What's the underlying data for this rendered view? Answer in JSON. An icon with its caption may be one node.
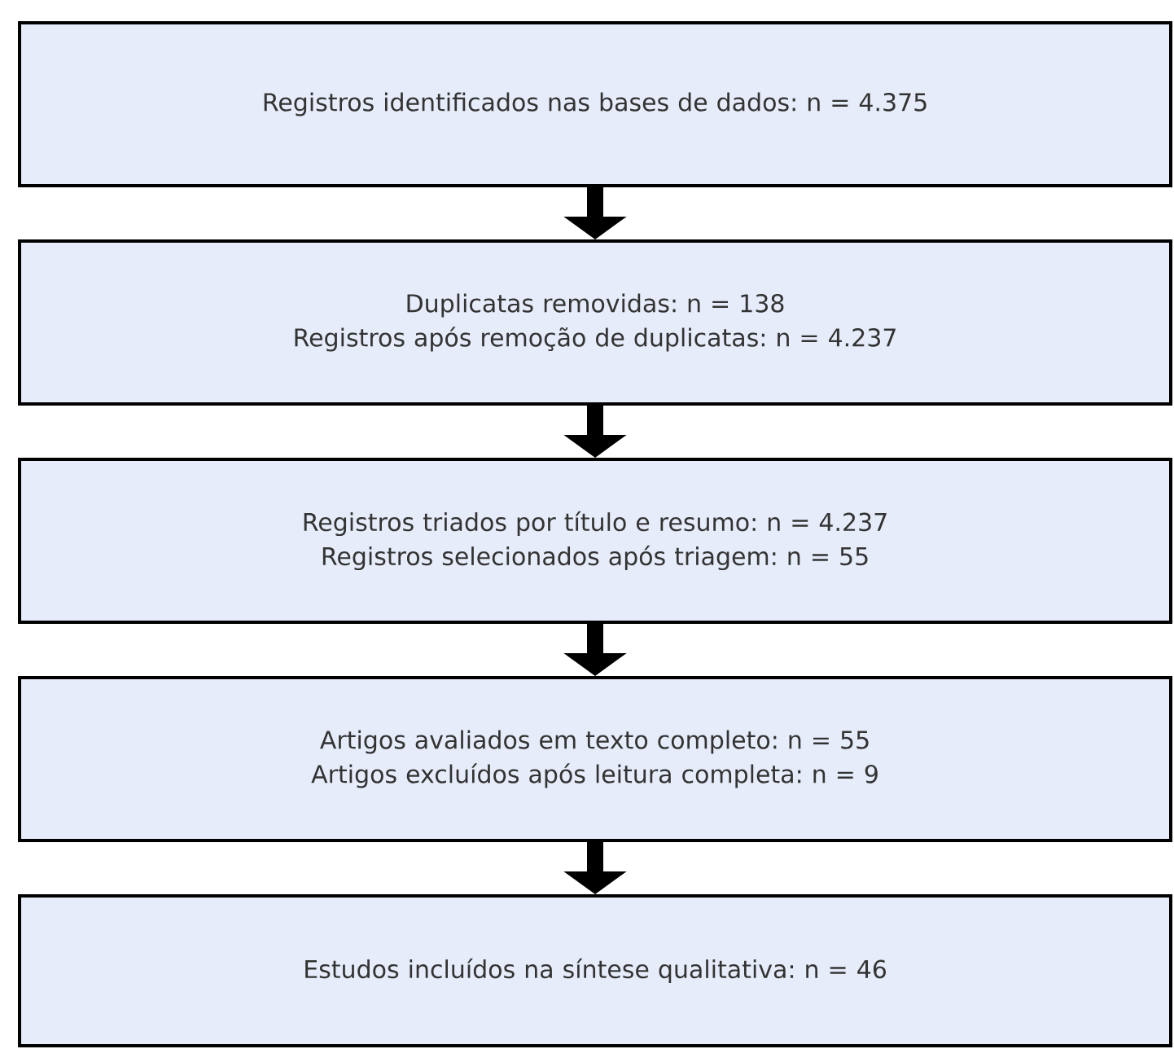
{
  "diagram": {
    "nodes": [
      {
        "text": [
          "Registros identificados nas bases de dados: n = 4.375"
        ]
      },
      {
        "text": [
          "Duplicatas removidas: n = 138",
          "Registros após remoção de duplicatas: n = 4.237"
        ]
      },
      {
        "text": [
          "Registros triados por título e resumo: n = 4.237",
          "Registros selecionados após triagem: n = 55"
        ]
      },
      {
        "text": [
          "Artigos avaliados em texto completo: n = 55",
          "Artigos excluídos após leitura completa: n = 9"
        ]
      },
      {
        "text": [
          "Estudos incluídos na síntese qualitativa: n = 46"
        ]
      }
    ],
    "edges": [
      {
        "from": 0,
        "to": 1,
        "arrow": "to"
      },
      {
        "from": 1,
        "to": 2,
        "arrow": "to"
      },
      {
        "from": 2,
        "to": 3,
        "arrow": "to"
      },
      {
        "from": 3,
        "to": 4,
        "arrow": "to"
      }
    ]
  }
}
